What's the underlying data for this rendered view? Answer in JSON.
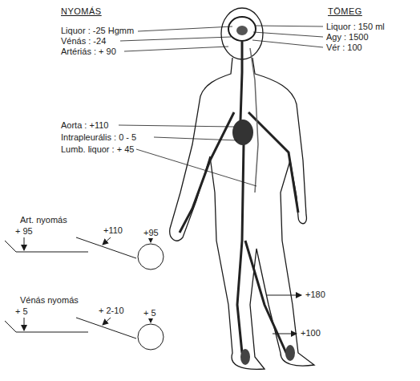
{
  "diagram": {
    "labels": [
      "NYOMÁS",
      "Liquor : -25 Hgmm",
      "Vénás : -24",
      "Artériás : + 90",
      "TÖMEG",
      "Liquor : 150 ml",
      "Agy : 1500",
      "Vér : 100",
      "Aorta : +110",
      "Intrapleurális : 0 - 5",
      "Lumb. liquor : + 45",
      "Art. nyomás",
      "+ 95",
      "+110",
      "+95",
      "Vénás nyomás",
      "+ 5",
      "+ 2-10",
      "+ 5",
      "+180",
      "+100"
    ]
  }
}
